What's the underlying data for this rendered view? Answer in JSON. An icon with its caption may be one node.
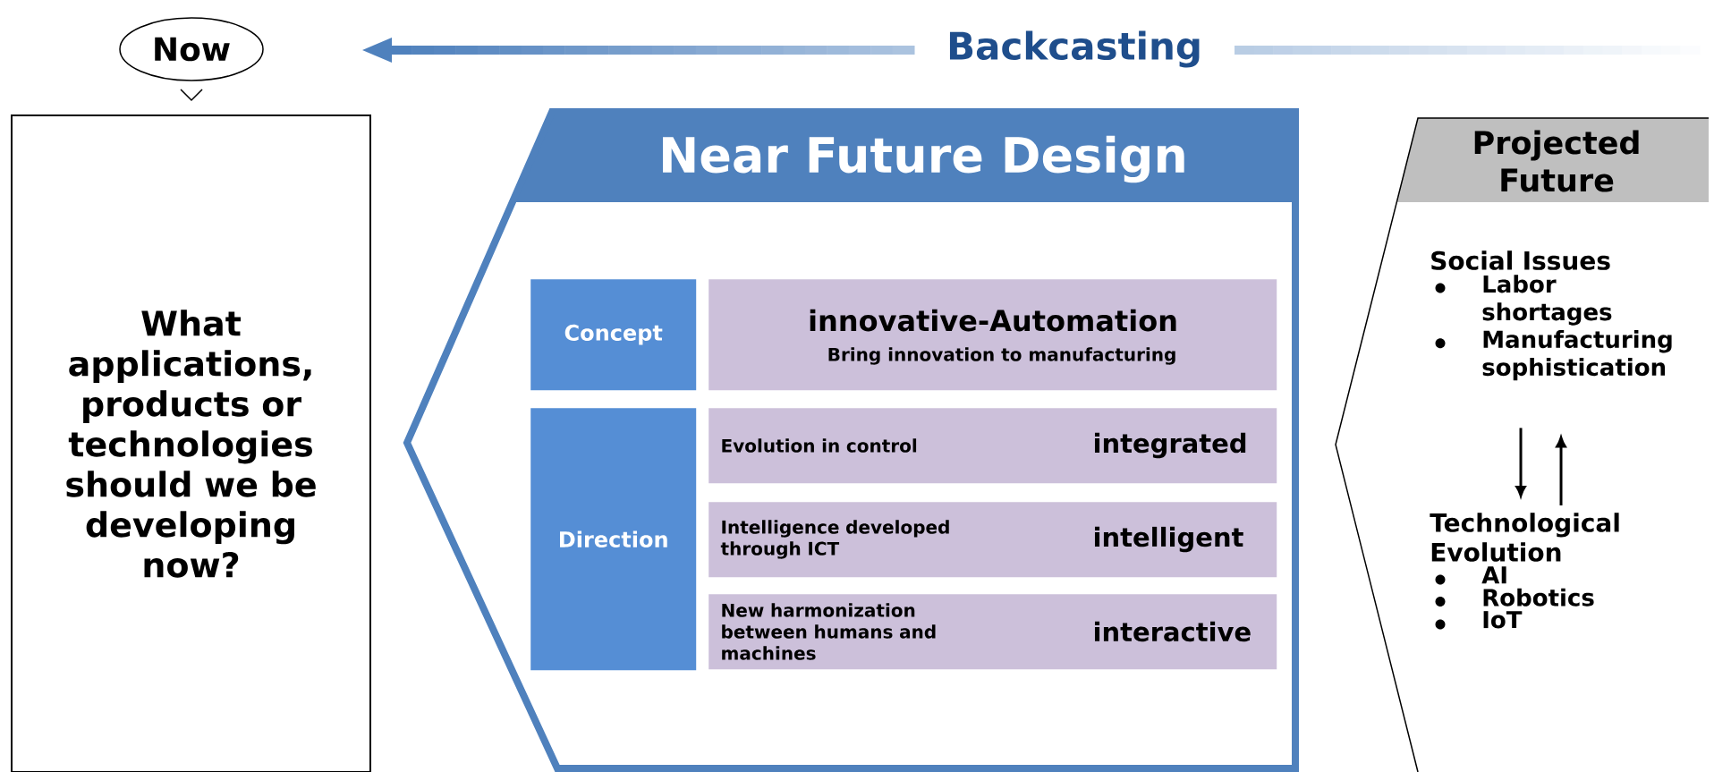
{
  "diagram": {
    "nodes": [
      {
        "text": [
          "Now"
        ]
      },
      {
        "text": [
          "What applications, products or technologies should we be developing now?"
        ]
      },
      {
        "text": [
          "Near Future Design"
        ]
      },
      {
        "text": [
          "Concept"
        ],
        "in": 2
      },
      {
        "text": [
          "innovative-Automation",
          "Bring innovation to manufacturing"
        ],
        "in": 2
      },
      {
        "text": [
          "Direction"
        ],
        "in": 2
      },
      {
        "text": [
          "Evolution in control",
          "integrated"
        ],
        "in": 2
      },
      {
        "text": [
          "Intelligence developed through ICT",
          "intelligent"
        ],
        "in": 2
      },
      {
        "text": [
          "New harmonization between humans and machines",
          "interactive"
        ],
        "in": 2
      },
      {
        "text": [
          "Projected Future"
        ]
      },
      {
        "text": [
          "Social Issues",
          "Labor shortages",
          "Manufacturing sophistication"
        ],
        "in": 9
      },
      {
        "text": [
          "Technological Evolution",
          "AI",
          "Robotics",
          "IoT"
        ],
        "in": 9
      }
    ],
    "edges": [
      {
        "from": 10,
        "to": 11,
        "arrow": "to"
      },
      {
        "from": 11,
        "to": 10,
        "arrow": "to"
      }
    ],
    "labels": [
      "Backcasting"
    ]
  }
}
